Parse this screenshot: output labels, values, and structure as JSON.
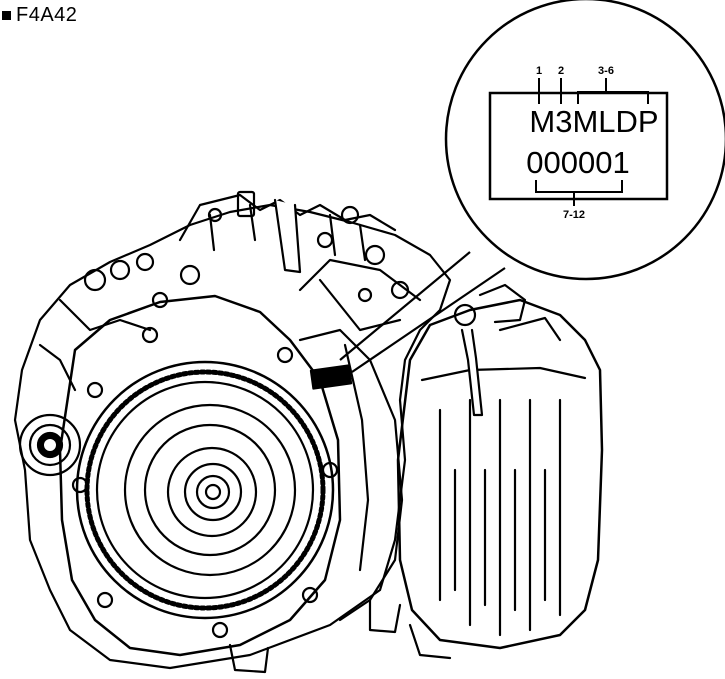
{
  "title": "F4A42",
  "icon": "square-bullet-icon",
  "label": {
    "code_line1": "M3MLDP",
    "code_line2": "000001",
    "marker_1": "1",
    "marker_2": "2",
    "marker_3_6": "3-6",
    "marker_7_12": "7-12"
  },
  "colors": {
    "ink": "#000000",
    "paper": "#ffffff"
  }
}
